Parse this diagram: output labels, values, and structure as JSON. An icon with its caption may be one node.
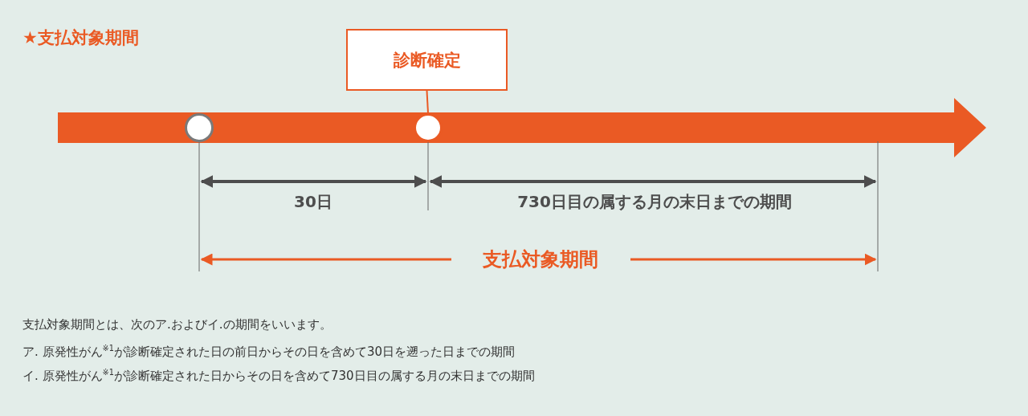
{
  "diagram": {
    "title": "★支払対象期間",
    "nodes": [
      {
        "text": [
          "診断確定"
        ]
      },
      {
        "text": [],
        "shape": "circle"
      },
      {
        "text": [],
        "shape": "circle"
      }
    ],
    "edges": [
      {
        "from": 0,
        "to": 2,
        "arrow": "none"
      }
    ],
    "labels": [
      "30日",
      "730日目の属する月の末日までの期間",
      "支払対象期間",
      "支払対象期間とは、次のア.およびイ.の期間をいいます。",
      "ア. 原発性がん$^{※1}$が診断確定された日の前日からその日を含めて30日を遡った日までの期間",
      "イ. 原発性がん$^{※1}$が診断確定された日からその日を含めて730日目の属する月の末日までの期間"
    ]
  }
}
